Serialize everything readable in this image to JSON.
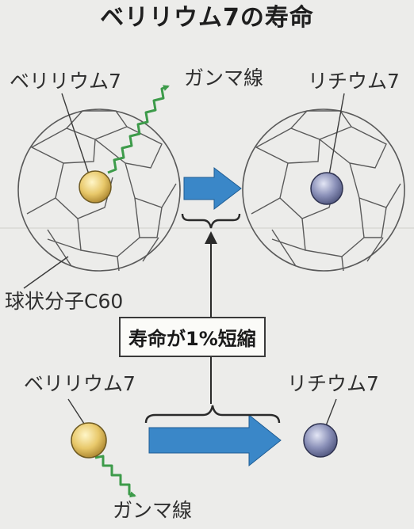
{
  "title": "ベリリウム7の寿命",
  "top_row": {
    "beryllium_label": "ベリリウム7",
    "gamma_label": "ガンマ線",
    "lithium_label": "リチウム7",
    "molecule_label": "球状分子C60"
  },
  "middle": {
    "shortening_label": "寿命が1%短縮"
  },
  "bottom_row": {
    "beryllium_label": "ベリリウム7",
    "lithium_label": "リチウム7",
    "gamma_label": "ガンマ線"
  },
  "colors": {
    "beryllium_atom": "#e8c86a",
    "lithium_atom": "#8a90b8",
    "gamma_ray": "#3d9b4a",
    "arrow": "#3a87c8",
    "cage_line": "#5a5a5a"
  }
}
